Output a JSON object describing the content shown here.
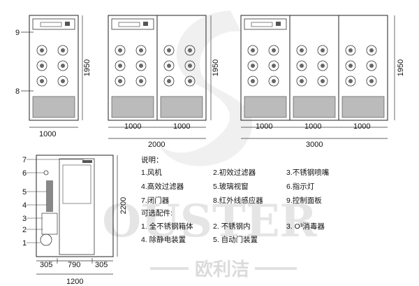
{
  "watermark": {
    "text": "OUSTER",
    "brand_cn": "欧利洁",
    "color": "#c9c9c9"
  },
  "units": {
    "single": {
      "width": "1000",
      "height": "1950"
    },
    "double": {
      "widths": [
        "1000",
        "1000"
      ],
      "total": "2000",
      "height": "1950"
    },
    "triple": {
      "widths": [
        "1000",
        "1000",
        "1000"
      ],
      "total": "3000",
      "height": "1950"
    }
  },
  "callouts_front": [
    "9",
    "8"
  ],
  "side_view": {
    "callouts": [
      "7",
      "6",
      "5",
      "4",
      "3",
      "2",
      "1"
    ],
    "height": "2200",
    "bottom_dims": [
      "305",
      "790",
      "305"
    ],
    "total": "1200"
  },
  "legend": {
    "title": "说明：",
    "items": [
      "1.风机",
      "2.初效过滤器",
      "3.不锈钢喷嘴",
      "4.高效过滤器",
      "5.玻璃视窗",
      "6.指示灯",
      "7.闭门器",
      "8.红外线感应器",
      "9.控制面板"
    ],
    "options_title": "可选配件:",
    "options": [
      "1. 全不锈钢箱体",
      "2. 不锈钢内",
      "3. O³消毒器",
      "4. 除静电装置",
      "5. 自动门装置"
    ]
  }
}
